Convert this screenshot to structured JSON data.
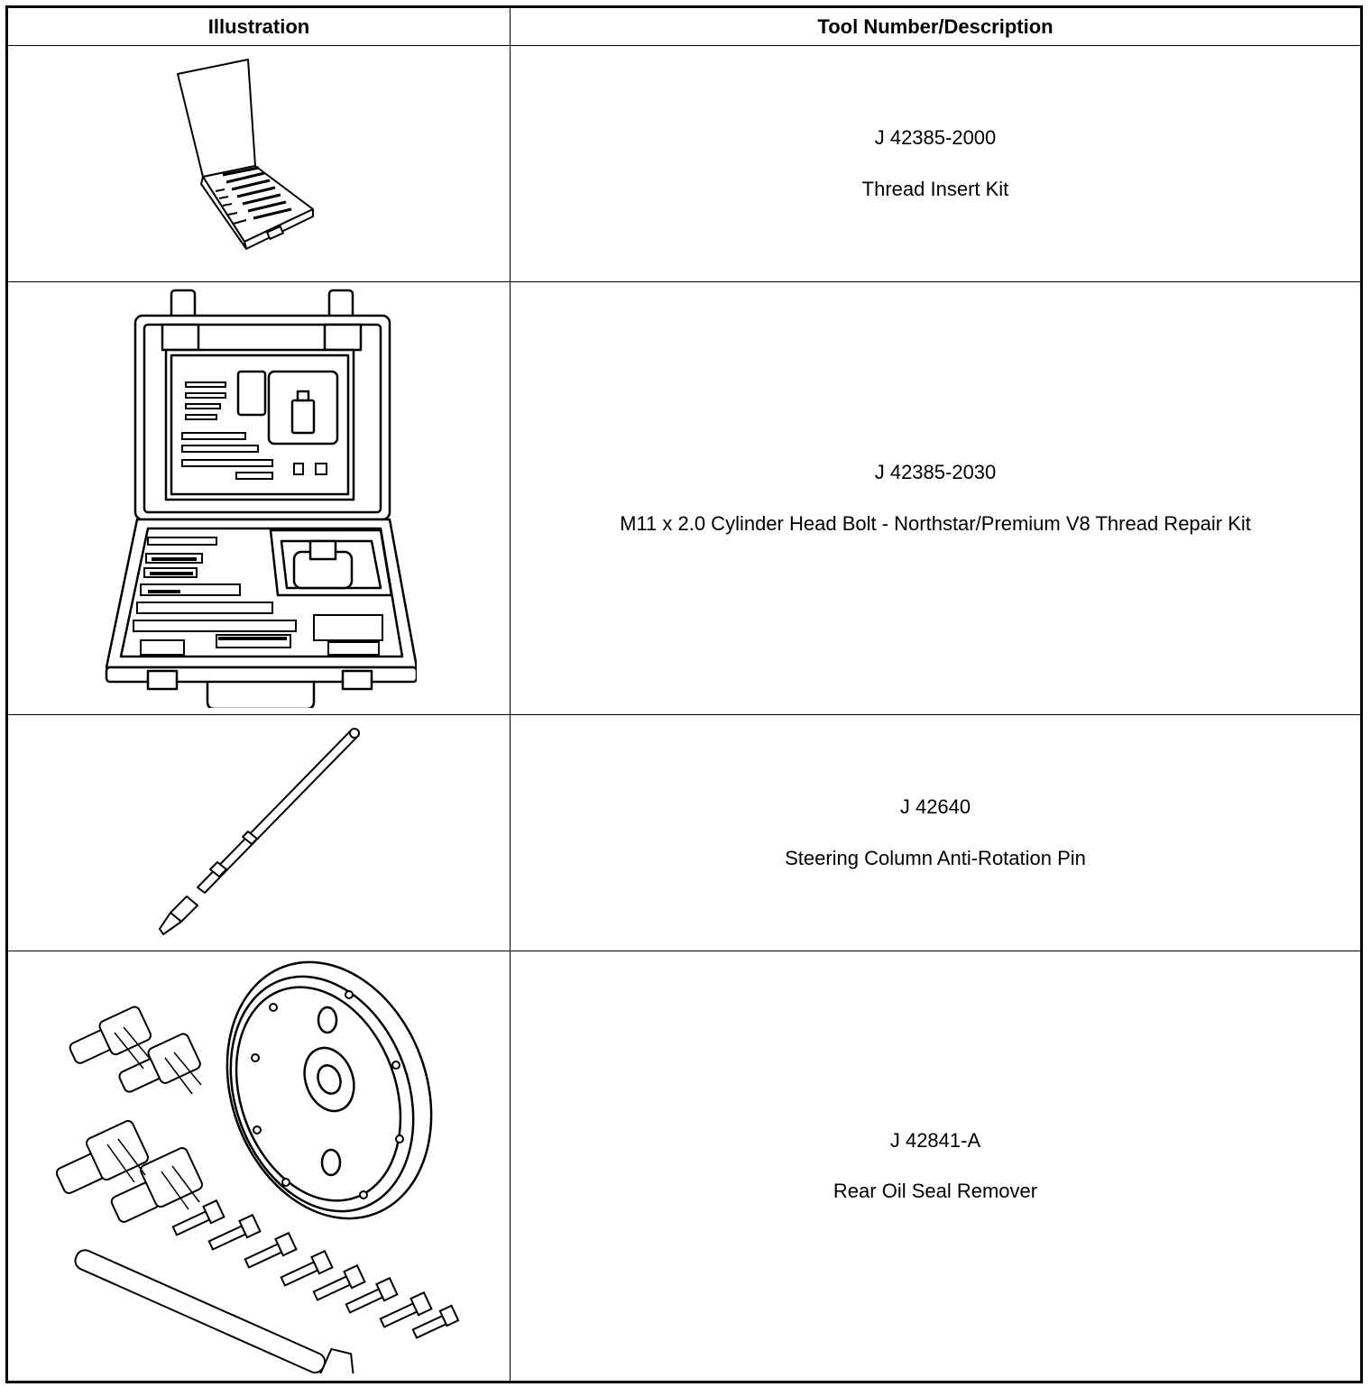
{
  "header": {
    "col1": "Illustration",
    "col2": "Tool Number/Description"
  },
  "rows": [
    {
      "tool_number": "J 42385-2000",
      "description": "Thread Insert Kit",
      "icon": "thread-insert-kit-case-icon"
    },
    {
      "tool_number": "J 42385-2030",
      "description": "M11 x 2.0 Cylinder Head Bolt - Northstar/Premium V8 Thread Repair Kit",
      "icon": "thread-repair-kit-briefcase-icon"
    },
    {
      "tool_number": "J 42640",
      "description": "Steering Column Anti-Rotation Pin",
      "icon": "anti-rotation-pin-icon"
    },
    {
      "tool_number": "J 42841-A",
      "description": "Rear Oil Seal Remover",
      "icon": "rear-oil-seal-remover-icon"
    }
  ]
}
